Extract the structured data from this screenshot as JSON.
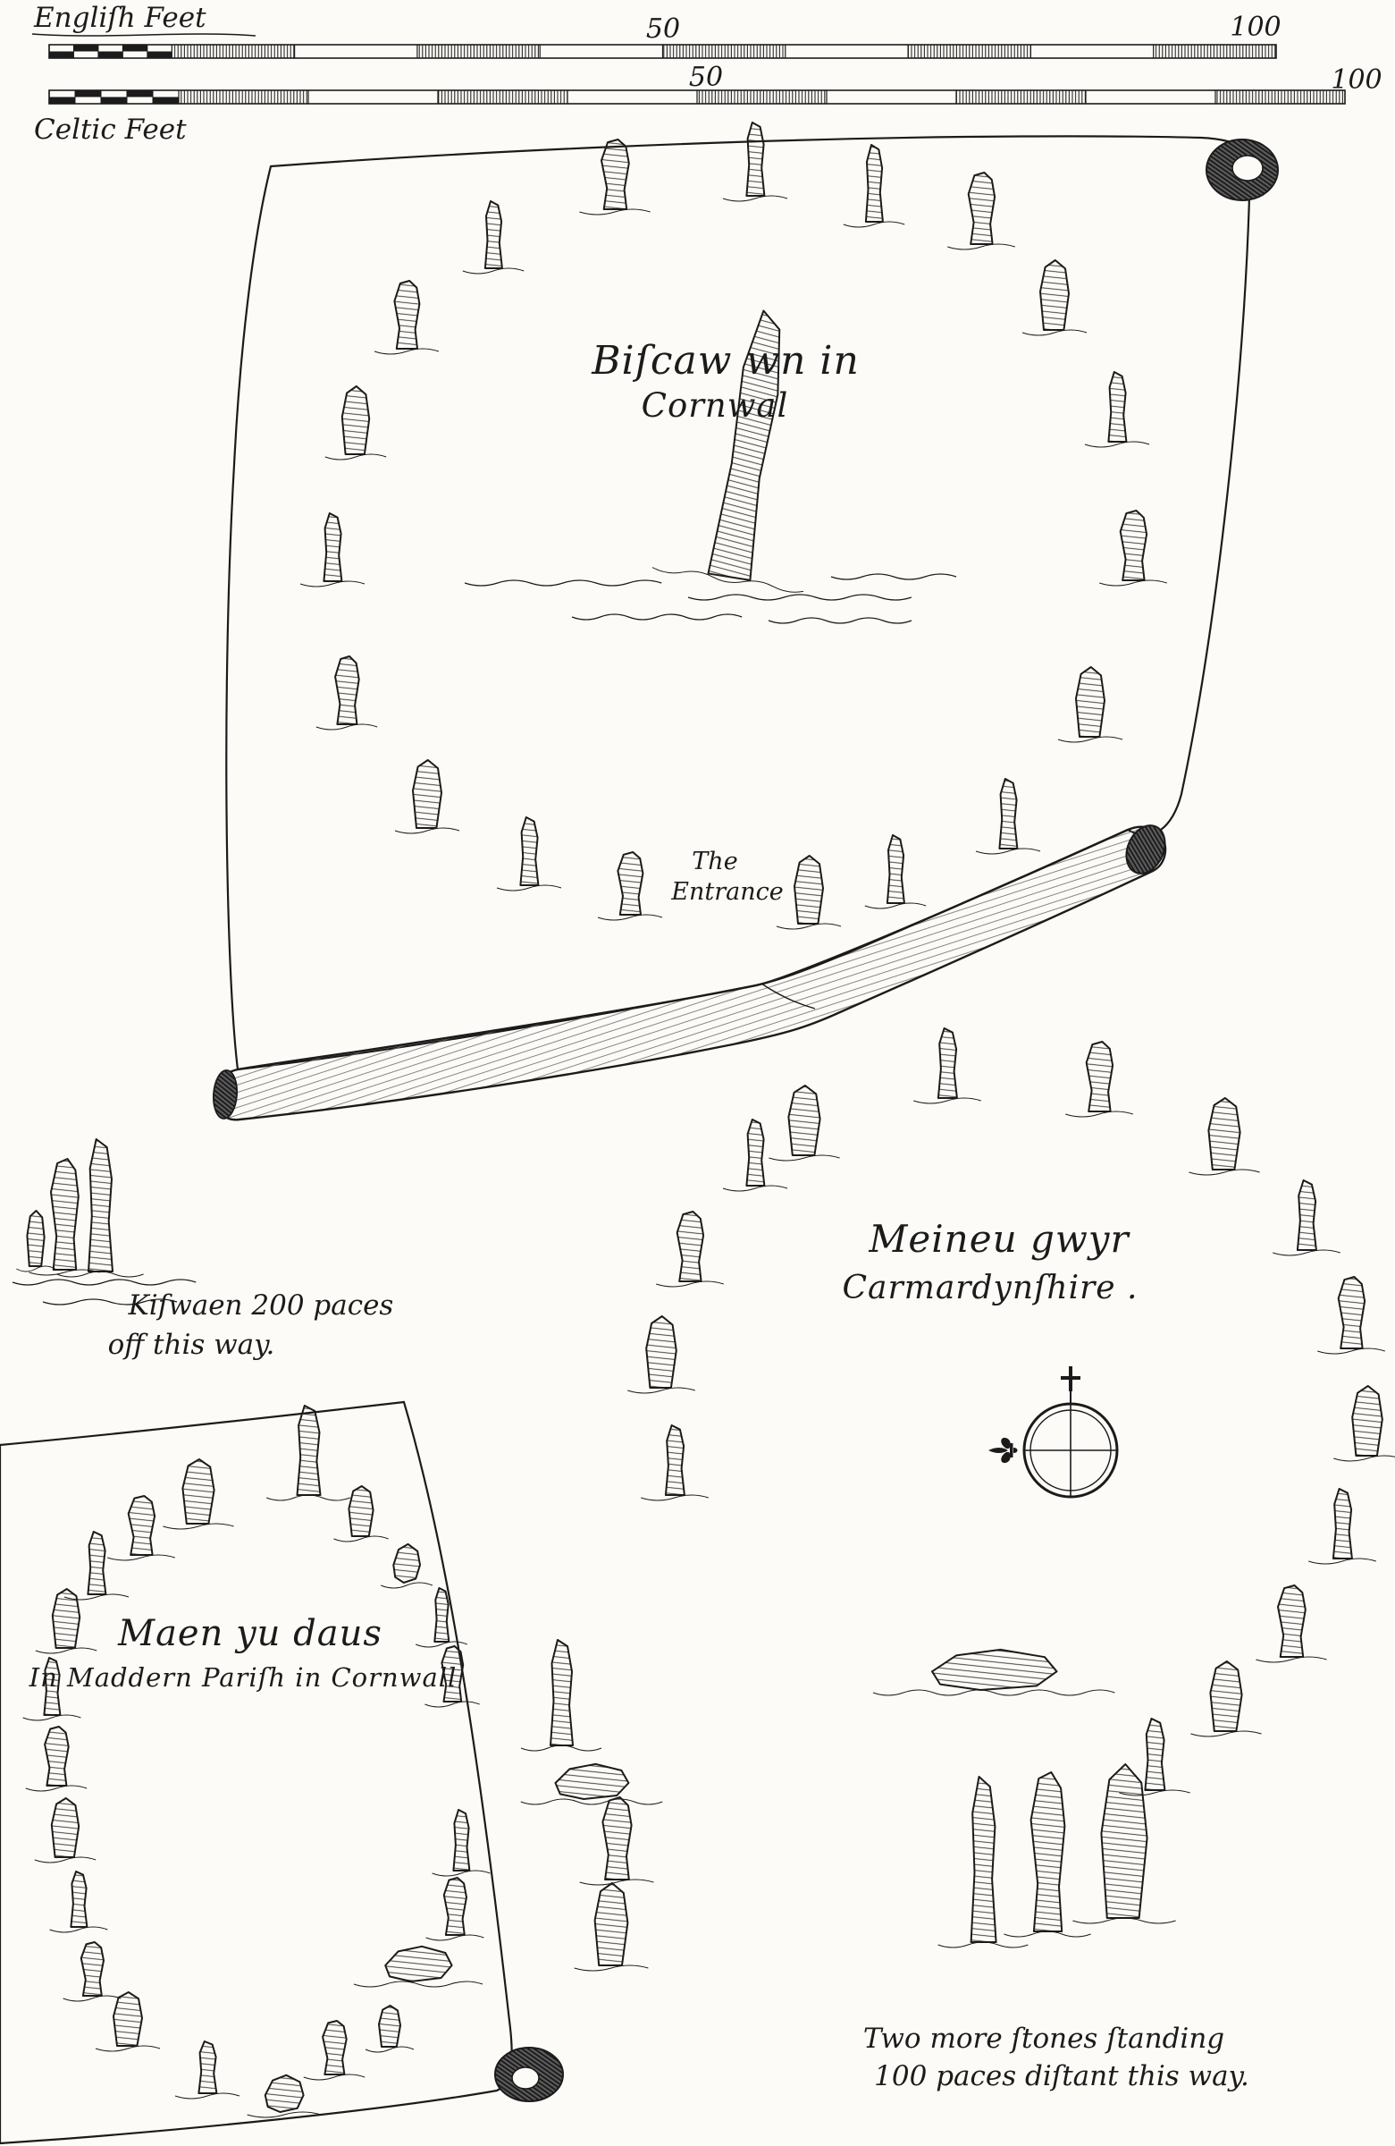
{
  "palette": {
    "paper": "#fcfbf7",
    "ink": "#1b1b1b"
  },
  "scale_bars": {
    "english": {
      "label": "Engliſh Feet",
      "mid": "50",
      "end": "100"
    },
    "celtic": {
      "label": "Celtic Feet",
      "mid": "50",
      "end": "100"
    }
  },
  "boscawen": {
    "title1": "Biſcaw wn in",
    "title2": "Cornwal",
    "entrance1": "The",
    "entrance2": "Entrance"
  },
  "meini": {
    "title1": "Meineu gwyr",
    "title2": "Carmardynſhire .",
    "note1": "Two more ſtones ſtanding",
    "note2": "100 paces diſtant this way."
  },
  "maen": {
    "title1": "Maen yu daus",
    "title2": "In Maddern Pariſh in Cornwall"
  },
  "kiswaen": {
    "note1": "Kiſwaen 200 paces",
    "note2": "off this way."
  },
  "stone_groups": {
    "stones-boscawen": [
      [
        688,
        234,
        44,
        78,
        0
      ],
      [
        845,
        219,
        40,
        82,
        1
      ],
      [
        978,
        248,
        38,
        86,
        1
      ],
      [
        1098,
        273,
        42,
        80,
        0
      ],
      [
        1180,
        369,
        40,
        78,
        2
      ],
      [
        1250,
        494,
        40,
        78,
        1
      ],
      [
        1268,
        649,
        42,
        78,
        0
      ],
      [
        1220,
        824,
        40,
        78,
        2
      ],
      [
        1128,
        949,
        40,
        78,
        1
      ],
      [
        552,
        300,
        38,
        75,
        1
      ],
      [
        455,
        390,
        40,
        76,
        0
      ],
      [
        398,
        508,
        38,
        76,
        2
      ],
      [
        372,
        650,
        40,
        76,
        1
      ],
      [
        388,
        810,
        38,
        76,
        0
      ],
      [
        478,
        926,
        40,
        76,
        2
      ],
      [
        592,
        990,
        40,
        76,
        1
      ],
      [
        705,
        1023,
        40,
        70,
        0
      ],
      [
        905,
        1033,
        40,
        76,
        2
      ],
      [
        1002,
        1010,
        38,
        76,
        1
      ]
    ],
    "stones-boscawen-centre": [
      [
        815,
        645,
        95,
        300,
        1,
        9
      ]
    ],
    "stones-meini": [
      [
        1060,
        1228,
        42,
        78,
        1
      ],
      [
        1230,
        1243,
        42,
        78,
        0
      ],
      [
        1370,
        1308,
        44,
        80,
        2
      ],
      [
        1462,
        1398,
        42,
        78,
        1
      ],
      [
        1512,
        1508,
        42,
        80,
        0
      ],
      [
        1530,
        1628,
        42,
        78,
        2
      ],
      [
        1502,
        1743,
        42,
        78,
        1
      ],
      [
        1445,
        1853,
        44,
        80,
        0
      ],
      [
        1372,
        1936,
        44,
        78,
        2
      ],
      [
        1292,
        2002,
        44,
        80,
        1
      ],
      [
        900,
        1292,
        44,
        78,
        2
      ],
      [
        845,
        1326,
        40,
        74,
        1
      ],
      [
        772,
        1433,
        42,
        78,
        0
      ],
      [
        740,
        1552,
        42,
        80,
        2
      ],
      [
        755,
        1672,
        42,
        78,
        1
      ]
    ],
    "stones-cove": [
      [
        1112,
        1890,
        150,
        46,
        3
      ],
      [
        1100,
        2172,
        56,
        185,
        1
      ],
      [
        1172,
        2160,
        54,
        178,
        0
      ],
      [
        1258,
        2145,
        64,
        172,
        2
      ],
      [
        628,
        1952,
        50,
        118,
        1
      ],
      [
        662,
        2012,
        88,
        40,
        3
      ],
      [
        690,
        2102,
        46,
        92,
        0
      ],
      [
        684,
        2198,
        46,
        92,
        2
      ]
    ],
    "stones-maen": [
      [
        108,
        1783,
        40,
        70,
        1
      ],
      [
        158,
        1739,
        42,
        66,
        0
      ],
      [
        222,
        1704,
        44,
        72,
        2
      ],
      [
        345,
        1672,
        52,
        100,
        1
      ],
      [
        404,
        1718,
        34,
        56,
        2
      ],
      [
        455,
        1770,
        32,
        44,
        3
      ],
      [
        494,
        1836,
        32,
        60,
        1
      ],
      [
        506,
        1903,
        34,
        62,
        0
      ],
      [
        74,
        1843,
        38,
        66,
        2
      ],
      [
        58,
        1918,
        36,
        64,
        1
      ],
      [
        63,
        1997,
        38,
        66,
        0
      ],
      [
        73,
        2077,
        38,
        66,
        2
      ],
      [
        88,
        2155,
        36,
        62,
        1
      ],
      [
        103,
        2232,
        36,
        60,
        0
      ],
      [
        143,
        2288,
        40,
        60,
        2
      ],
      [
        232,
        2341,
        40,
        58,
        1
      ],
      [
        318,
        2362,
        46,
        42,
        3
      ],
      [
        374,
        2320,
        38,
        60,
        0
      ],
      [
        516,
        2092,
        36,
        68,
        1
      ],
      [
        509,
        2164,
        36,
        64,
        0
      ],
      [
        468,
        2216,
        80,
        40,
        3
      ],
      [
        436,
        2289,
        30,
        46,
        2
      ]
    ],
    "stones-kiswaen": [
      [
        112,
        1422,
        54,
        148,
        1
      ],
      [
        72,
        1420,
        44,
        124,
        0
      ],
      [
        40,
        1416,
        24,
        62,
        2
      ]
    ]
  },
  "mounds": {
    "mounds-boscawen": [
      [
        520,
        652,
        220
      ],
      [
        770,
        668,
        250
      ],
      [
        930,
        645,
        140
      ],
      [
        640,
        690,
        190
      ],
      [
        860,
        694,
        160
      ]
    ],
    "mounds-kiswaen": [
      [
        14,
        1434,
        205
      ],
      [
        48,
        1456,
        150
      ]
    ]
  }
}
